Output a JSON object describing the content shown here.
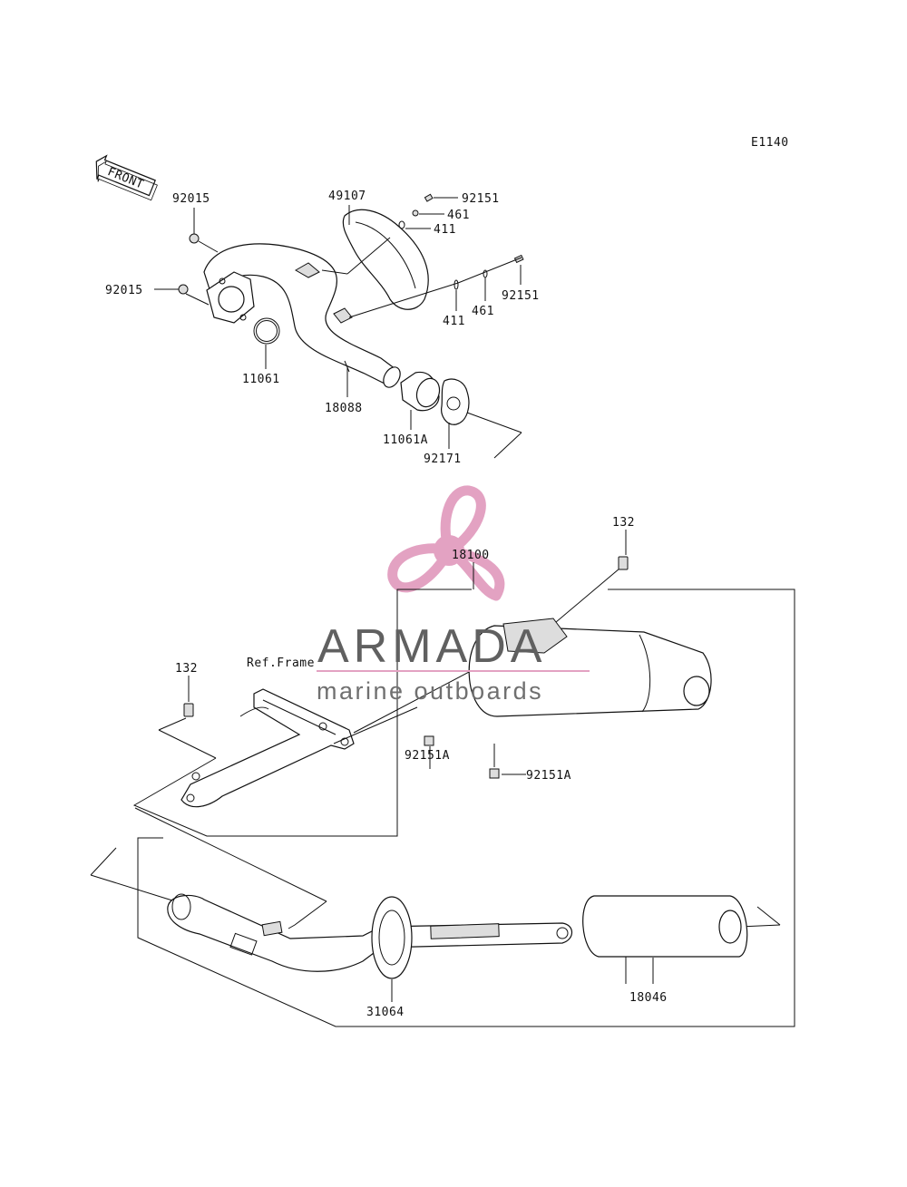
{
  "diagram": {
    "code": "E1140",
    "front_arrow": "FRONT",
    "labels": {
      "p92015_top": "92015",
      "p92015_left": "92015",
      "p49107": "49107",
      "p92151_top": "92151",
      "p461_top": "461",
      "p411_top": "411",
      "p411_mid": "411",
      "p461_mid": "461",
      "p92151_right": "92151",
      "p11061": "11061",
      "p18088": "18088",
      "p11061A": "11061A",
      "p92171": "92171",
      "p132_top": "132",
      "p18100": "18100",
      "ref_frame": "Ref.Frame",
      "p132_left": "132",
      "p92151A_left": "92151A",
      "p92151A_right": "92151A",
      "p31064": "31064",
      "p18046": "18046"
    }
  },
  "watermark": {
    "brand": "ARMADA",
    "tagline": "marine outboards",
    "accent_color": "#e3a2c2"
  }
}
